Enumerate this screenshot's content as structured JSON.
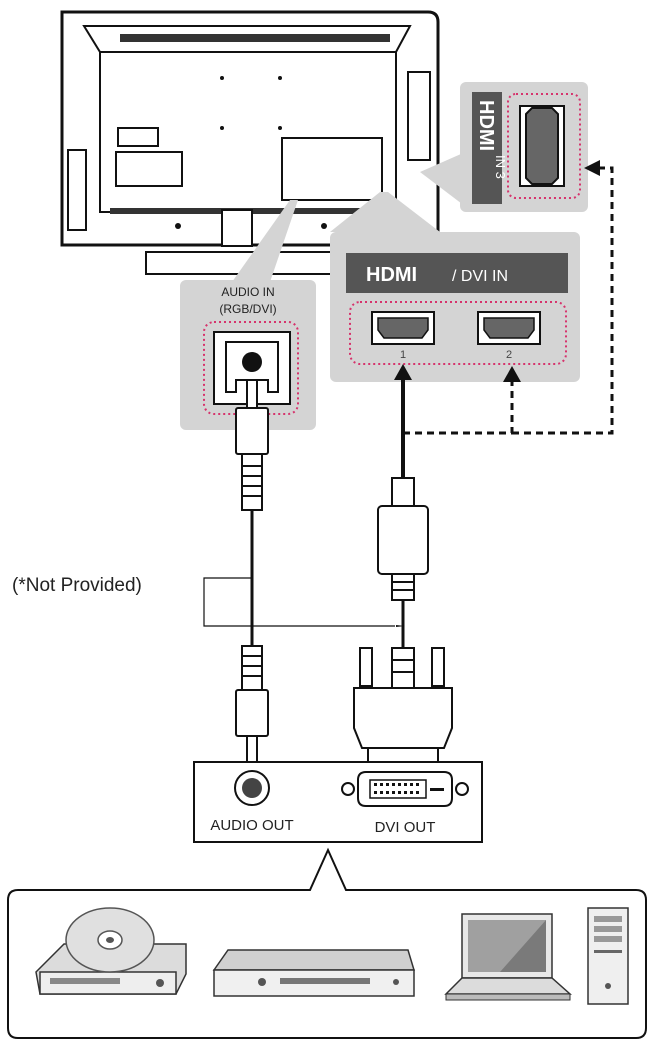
{
  "tv_side_port": {
    "label_logo": "HDMI",
    "label_suffix": "IN 3"
  },
  "audio_in": {
    "line1": "AUDIO IN",
    "line2": "(RGB/DVI)"
  },
  "hdmi_dvi_panel": {
    "label_logo": "HDMI",
    "label_suffix": "/ DVI IN",
    "port1_number": "1",
    "port2_number": "2"
  },
  "note": "(*Not Provided)",
  "source_panel": {
    "audio_out_label": "AUDIO OUT",
    "dvi_out_label": "DVI OUT"
  },
  "devices": [
    "dvd-player",
    "set-top-box",
    "laptop",
    "desktop-tower"
  ],
  "colors": {
    "panel_gray": "#d4d4d4",
    "dark_bar": "#555555",
    "highlight_dots": "#d6336c",
    "line": "#111111"
  }
}
